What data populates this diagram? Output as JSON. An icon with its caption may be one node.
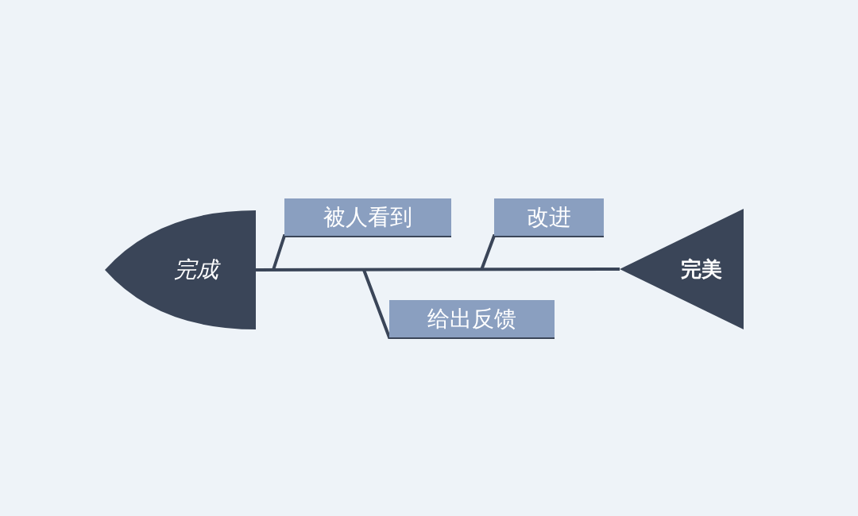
{
  "diagram": {
    "nodes": [
      {
        "text": [
          "完成"
        ]
      },
      {
        "text": [
          "完美"
        ]
      },
      {
        "text": [
          "被人看到"
        ]
      },
      {
        "text": [
          "改进"
        ]
      },
      {
        "text": [
          "给出反馈"
        ]
      }
    ],
    "edges": [
      {
        "from": 0,
        "to": 1,
        "arrow": "none"
      },
      {
        "from": 2,
        "to": null,
        "arrow": "none"
      },
      {
        "from": 3,
        "to": null,
        "arrow": "none"
      },
      {
        "from": 4,
        "to": null,
        "arrow": "none"
      }
    ]
  }
}
